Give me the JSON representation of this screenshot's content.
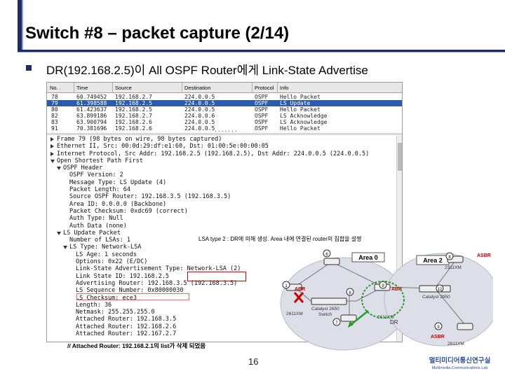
{
  "slide": {
    "title": "Switch #8 – packet capture (2/14)",
    "bullet": "DR(192.168.2.5)이 All OSPF Router에게 Link-State Advertise",
    "lsa_note": "LSA type 2 : DR에 의해 생성. Area 내에 연결된 router의 집합을 설명",
    "comment": "// Attached Router: 192.168.2.1의 list가 삭제 되었음",
    "page_number": "16",
    "logo_line1": "멀티미디어통신연구실",
    "logo_line2": "Multimedia Communications Lab"
  },
  "capture": {
    "columns": [
      "No. .",
      "Time",
      "Source",
      "Destination",
      "Protocol",
      "Info"
    ],
    "packets": [
      {
        "no": "78",
        "time": "60.749452",
        "src": "192.168.2.7",
        "dst": "224.0.0.5",
        "proto": "OSPF",
        "info": "Hello Packet",
        "selected": false
      },
      {
        "no": "79",
        "time": "61.398588",
        "src": "192.168.2.5",
        "dst": "224.0.0.5",
        "proto": "OSPF",
        "info": "LS Update",
        "selected": true
      },
      {
        "no": "80",
        "time": "61.423637",
        "src": "192.168.2.5",
        "dst": "224.0.0.5",
        "proto": "OSPF",
        "info": "Hello Packet",
        "selected": false
      },
      {
        "no": "82",
        "time": "63.899186",
        "src": "192.168.2.7",
        "dst": "224.0.0.6",
        "proto": "OSPF",
        "info": "LS Acknowledge",
        "selected": false
      },
      {
        "no": "83",
        "time": "63.900794",
        "src": "192.168.2.6",
        "dst": "224.0.0.5",
        "proto": "OSPF",
        "info": "LS Acknowledge",
        "selected": false
      },
      {
        "no": "91",
        "time": "70.381696",
        "src": "192.168.2.6",
        "dst": "224.0.0.5",
        "proto": "OSPF",
        "info": "Hello Packet",
        "selected": false
      }
    ],
    "pane_dots": ".......",
    "detail_lines": [
      {
        "indent": 0,
        "tw": "closed",
        "text": "Frame 79 (98 bytes on wire, 98 bytes captured)"
      },
      {
        "indent": 0,
        "tw": "closed",
        "text": "Ethernet II, Src: 00:0d:29:df:e1:60, Dst: 01:00:5e:00:00:05"
      },
      {
        "indent": 0,
        "tw": "closed",
        "text": "Internet Protocol, Src Addr: 192.168.2.5 (192.168.2.5), Dst Addr: 224.0.0.5 (224.0.0.5)"
      },
      {
        "indent": 0,
        "tw": "open",
        "text": "Open Shortest Path First"
      },
      {
        "indent": 1,
        "tw": "open",
        "text": "OSPF Header"
      },
      {
        "indent": 2,
        "tw": "",
        "text": "OSPF Version: 2"
      },
      {
        "indent": 2,
        "tw": "",
        "text": "Message Type: LS Update (4)"
      },
      {
        "indent": 2,
        "tw": "",
        "text": "Packet Length: 64"
      },
      {
        "indent": 2,
        "tw": "",
        "text": "Source OSPF Router: 192.168.3.5 (192.168.3.5)"
      },
      {
        "indent": 2,
        "tw": "",
        "text": "Area ID: 0.0.0.0 (Backbone)"
      },
      {
        "indent": 2,
        "tw": "",
        "text": "Packet Checksum: 0xdc69 (correct)"
      },
      {
        "indent": 2,
        "tw": "",
        "text": "Auth Type: Null"
      },
      {
        "indent": 2,
        "tw": "",
        "text": "Auth Data (none)"
      },
      {
        "indent": 1,
        "tw": "open",
        "text": "LS Update Packet"
      },
      {
        "indent": 2,
        "tw": "",
        "text": "Number of LSAs: 1"
      },
      {
        "indent": 2,
        "tw": "open",
        "text": "LS Type: Network-LSA"
      },
      {
        "indent": 3,
        "tw": "",
        "text": "LS Age: 1 seconds"
      },
      {
        "indent": 3,
        "tw": "",
        "text": "Options: 0x22 (E/DC)"
      },
      {
        "indent": 3,
        "tw": "",
        "text": "Link-State Advertisement Type: Network-LSA (2)"
      },
      {
        "indent": 3,
        "tw": "",
        "text": "Link State ID: 192.168.2.5"
      },
      {
        "indent": 3,
        "tw": "",
        "text": "Advertising Router: 192.168.3.5 (192.168.3.5)"
      },
      {
        "indent": 3,
        "tw": "",
        "text": "LS Sequence Number: 0x80000030"
      },
      {
        "indent": 3,
        "tw": "",
        "text": "LS Checksum: ece3"
      },
      {
        "indent": 3,
        "tw": "",
        "text": "Length: 36"
      },
      {
        "indent": 3,
        "tw": "",
        "text": "Netmask: 255.255.255.0"
      },
      {
        "indent": 3,
        "tw": "",
        "text": "Attached Router: 192.168.3.5"
      },
      {
        "indent": 3,
        "tw": "",
        "text": "Attached Router: 192.168.2.6"
      },
      {
        "indent": 3,
        "tw": "",
        "text": "Attached Router: 192.167.2.7"
      }
    ]
  },
  "diagram": {
    "area0": "Area 0",
    "area2": "Area 2",
    "abr_left": "ABR",
    "abr_right": "ABR",
    "asbr_top": "ASBR",
    "asbr_bottom": "ASBR",
    "dr": "DR",
    "sw_left": "Catalyst 2650",
    "sw_left_sub": "Switch",
    "sw_right": "Catalyst 2950",
    "model_left": "2611XM",
    "model_right_mid": "2611XM",
    "model_right_top": "2311XM",
    "model_bottom": "2811XM",
    "node_numbers": [
      "6",
      "1",
      "8",
      "9",
      "8",
      "12",
      "7",
      "9"
    ],
    "colors": {
      "area0": "#d8dbe6",
      "area2": "#d8dbe6",
      "highlight": "#2a9a2a",
      "cross": "#d00000"
    }
  }
}
